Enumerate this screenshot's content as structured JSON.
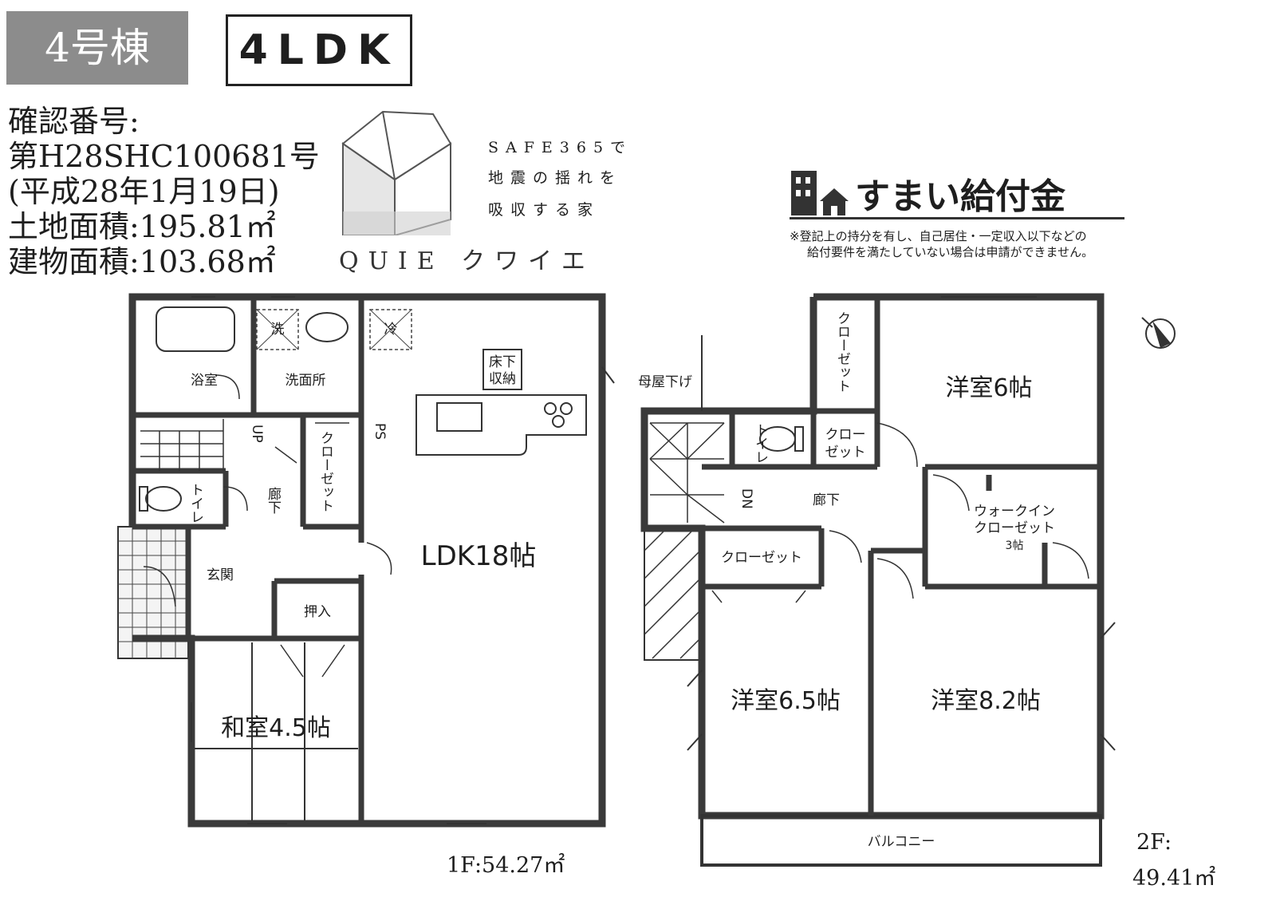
{
  "header": {
    "building": "4号棟",
    "layout": "4LDK"
  },
  "info": {
    "cert_label": "確認番号:",
    "cert_number": "第H28SHC100681号",
    "cert_date": "(平成28年1月19日)",
    "land_area": "土地面積:195.81㎡",
    "building_area": "建物面積:103.68㎡"
  },
  "brand": {
    "tagline": [
      "SAFE365で",
      "地震の揺れを",
      "吸収する家"
    ],
    "name": "QUIE クワイエ"
  },
  "grant": {
    "title": "すまい給付金",
    "notice": [
      "※登記上の持分を有し、自己居住・一定収入以下などの",
      "給付要件を満たしていない場合は申請ができません。"
    ]
  },
  "floor1": {
    "area": "1F:54.27㎡",
    "rooms": {
      "bath": "浴室",
      "washroom": "洗面所",
      "washer": "洗",
      "fridge": "冷",
      "underfloor": [
        "床下",
        "収納"
      ],
      "closet": "クローゼット",
      "ps": "PS",
      "up": "UP",
      "corridor": "廊下",
      "toilet": "トイレ",
      "entrance": "玄関",
      "oshiire": "押入",
      "ldk": "LDK18帖",
      "washitsu": "和室4.5帖"
    }
  },
  "floor2": {
    "area_label": "2F:",
    "area_value": "49.41㎡",
    "rooms": {
      "closet_top": "クローゼット",
      "room6": "洋室6帖",
      "toilet": "トイレ",
      "closet_small": [
        "クロー",
        "ゼット"
      ],
      "dn": "DN",
      "corridor": "廊下",
      "wic": [
        "ウォークイン",
        "クローゼット",
        "3帖"
      ],
      "closet_mid": "クローゼット",
      "room65": "洋室6.5帖",
      "room82": "洋室8.2帖",
      "balcony": "バルコニー",
      "moya": "母屋下げ"
    }
  }
}
